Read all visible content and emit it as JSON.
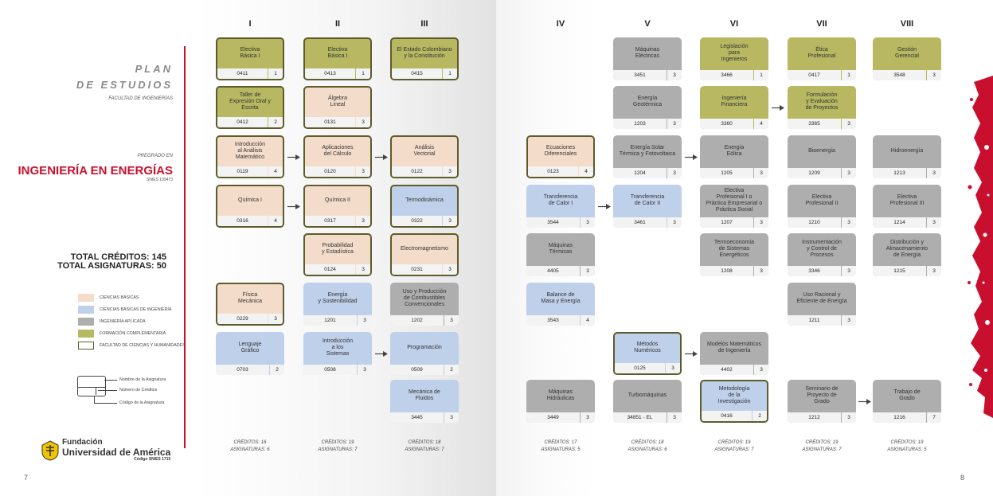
{
  "document": {
    "title_line1": "PLAN",
    "title_line2": "DE ESTUDIOS",
    "faculty": "FACULTAD DE INGENIERÍAS",
    "pregrado": "PREGRADO EN",
    "program": "INGENIERÍA EN ENERGÍAS",
    "snies": "SNIES 109473",
    "total_credits": "TOTAL CRÉDITOS: 145",
    "total_subjects": "TOTAL ASIGNATURAS: 50",
    "page_left": "7",
    "page_right": "8"
  },
  "legend": [
    {
      "label": "CIENCIAS BÁSICAS",
      "color": "#f4dccb"
    },
    {
      "label": "CIENCIAS BÁSICAS DE INGENIERÍA",
      "color": "#bfd0ea"
    },
    {
      "label": "INGENIERÍA APLICADA",
      "color": "#aeaeae"
    },
    {
      "label": "FORMACIÓN COMPLEMENTARIA",
      "color": "#b7b861"
    },
    {
      "label": "FACULTAD DE CIENCIAS Y HUMANIDADES",
      "color": "#ffffff"
    }
  ],
  "key": {
    "name": "Nombre de la Asignatura",
    "credits": "Número de Créditos",
    "code": "Código de la Asignatura"
  },
  "logo": {
    "line1": "Fundación",
    "line2": "Universidad de América",
    "line3": "Código SNIES 1715"
  },
  "colors": {
    "accent_red": "#c8102e",
    "ciencias_basicas": "#f4dccb",
    "ciencias_basicas_ingenieria": "#bfd0ea",
    "ingenieria_aplicada": "#aeaeae",
    "formacion_complementaria": "#b7b861",
    "facultad_border": "#5c5c2c"
  },
  "semesters": [
    {
      "label": "I",
      "credits": "CRÉDITOS: 16",
      "subjects": "ASIGNATURAS: 6"
    },
    {
      "label": "II",
      "credits": "CRÉDITOS: 19",
      "subjects": "ASIGNATURAS: 7"
    },
    {
      "label": "III",
      "credits": "CRÉDITOS: 18",
      "subjects": "ASIGNATURAS: 7"
    },
    {
      "label": "IV",
      "credits": "CRÉDITOS: 17",
      "subjects": "ASIGNATURAS: 5"
    },
    {
      "label": "V",
      "credits": "CRÉDITOS: 18",
      "subjects": "ASIGNATURAS: 6"
    },
    {
      "label": "VI",
      "credits": "CRÉDITOS: 19",
      "subjects": "ASIGNATURAS: 7"
    },
    {
      "label": "VII",
      "credits": "CRÉDITOS: 19",
      "subjects": "ASIGNATURAS: 7"
    },
    {
      "label": "VIII",
      "credits": "CRÉDITOS: 19",
      "subjects": "ASIGNATURAS: 5"
    }
  ],
  "courses": [
    {
      "sem": 0,
      "row": 0,
      "name": "Electiva\nBásica I",
      "code": "0411",
      "credits": "1",
      "cat": "fc",
      "facultad": true
    },
    {
      "sem": 0,
      "row": 1,
      "name": "Taller de\nExpresión Oral y Escrita",
      "code": "0412",
      "credits": "2",
      "cat": "fc",
      "facultad": true
    },
    {
      "sem": 0,
      "row": 2,
      "name": "Introducción\nal Análisis\nMatemático",
      "code": "0119",
      "credits": "4",
      "cat": "cb",
      "facultad": true
    },
    {
      "sem": 0,
      "row": 3,
      "name": "Química I",
      "code": "0316",
      "credits": "4",
      "cat": "cb",
      "facultad": true
    },
    {
      "sem": 0,
      "row": 5,
      "name": "Física\nMecánica",
      "code": "0229",
      "credits": "3",
      "cat": "cb",
      "facultad": true
    },
    {
      "sem": 0,
      "row": 6,
      "name": "Lenguaje\nGráfico",
      "code": "0703",
      "credits": "2",
      "cat": "cbi",
      "facultad": false
    },
    {
      "sem": 1,
      "row": 0,
      "name": "Electiva\nBásica I",
      "code": "0413",
      "credits": "1",
      "cat": "fc",
      "facultad": true
    },
    {
      "sem": 1,
      "row": 1,
      "name": "Álgebra\nLineal",
      "code": "0131",
      "credits": "3",
      "cat": "cb",
      "facultad": true
    },
    {
      "sem": 1,
      "row": 2,
      "name": "Aplicaciones\ndel Cálculo",
      "code": "0120",
      "credits": "3",
      "cat": "cb",
      "facultad": true
    },
    {
      "sem": 1,
      "row": 3,
      "name": "Química II",
      "code": "0317",
      "credits": "3",
      "cat": "cb",
      "facultad": true
    },
    {
      "sem": 1,
      "row": 4,
      "name": "Probabilidad\ny Estadística",
      "code": "0124",
      "credits": "3",
      "cat": "cb",
      "facultad": true
    },
    {
      "sem": 1,
      "row": 5,
      "name": "Energía\ny Sostenibilidad",
      "code": "1201",
      "credits": "3",
      "cat": "cbi",
      "facultad": false
    },
    {
      "sem": 1,
      "row": 6,
      "name": "Introducción\na los\nSistemas",
      "code": "0508",
      "credits": "3",
      "cat": "cbi",
      "facultad": false
    },
    {
      "sem": 2,
      "row": 0,
      "name": "El Estado Colombiano\ny la Constitución",
      "code": "0415",
      "credits": "1",
      "cat": "fc",
      "facultad": true
    },
    {
      "sem": 2,
      "row": 2,
      "name": "Análisis\nVectorial",
      "code": "0122",
      "credits": "3",
      "cat": "cb",
      "facultad": true
    },
    {
      "sem": 2,
      "row": 3,
      "name": "Termodinámica",
      "code": "0322",
      "credits": "3",
      "cat": "cbi",
      "facultad": true
    },
    {
      "sem": 2,
      "row": 4,
      "name": "Electromagnetismo",
      "code": "0231",
      "credits": "3",
      "cat": "cb",
      "facultad": true
    },
    {
      "sem": 2,
      "row": 5,
      "name": "Uso y Producción\nde Combustibles\nConvencionales",
      "code": "1202",
      "credits": "3",
      "cat": "ia",
      "facultad": false
    },
    {
      "sem": 2,
      "row": 6,
      "name": "Programación",
      "code": "0509",
      "credits": "2",
      "cat": "cbi",
      "facultad": false
    },
    {
      "sem": 2,
      "row": 7,
      "name": "Mecánica de\nFluidos",
      "code": "3445",
      "credits": "3",
      "cat": "cbi",
      "facultad": false
    },
    {
      "sem": 3,
      "row": 2,
      "name": "Ecuaciones\nDiferenciales",
      "code": "0123",
      "credits": "4",
      "cat": "cb",
      "facultad": true
    },
    {
      "sem": 3,
      "row": 3,
      "name": "Transferencia\nde Calor I",
      "code": "3544",
      "credits": "3",
      "cat": "cbi",
      "facultad": false
    },
    {
      "sem": 3,
      "row": 4,
      "name": "Máquinas\nTérmicas",
      "code": "4405",
      "credits": "3",
      "cat": "ia",
      "facultad": false
    },
    {
      "sem": 3,
      "row": 5,
      "name": "Balance de\nMasa y Energía",
      "code": "3543",
      "credits": "4",
      "cat": "cbi",
      "facultad": false
    },
    {
      "sem": 3,
      "row": 7,
      "name": "Máquinas\nHidráulicas",
      "code": "3449",
      "credits": "3",
      "cat": "ia",
      "facultad": false
    },
    {
      "sem": 4,
      "row": 0,
      "name": "Máquinas\nEléctricas",
      "code": "3451",
      "credits": "3",
      "cat": "ia",
      "facultad": false
    },
    {
      "sem": 4,
      "row": 1,
      "name": "Energía\nGeotérmica",
      "code": "1203",
      "credits": "3",
      "cat": "ia",
      "facultad": false
    },
    {
      "sem": 4,
      "row": 2,
      "name": "Energía Solar\nTérmica y Fotovoltaica",
      "code": "1204",
      "credits": "3",
      "cat": "ia",
      "facultad": false
    },
    {
      "sem": 4,
      "row": 3,
      "name": "Transferencia\nde Calor II",
      "code": "3461",
      "credits": "3",
      "cat": "cbi",
      "facultad": false
    },
    {
      "sem": 4,
      "row": 6,
      "name": "Métodos\nNuméricos",
      "code": "0125",
      "credits": "3",
      "cat": "cbi",
      "facultad": true
    },
    {
      "sem": 4,
      "row": 7,
      "name": "Turbomáquinas",
      "code": "34851 - EL",
      "credits": "3",
      "cat": "ia",
      "facultad": false
    },
    {
      "sem": 5,
      "row": 0,
      "name": "Legislación\npara\nIngenieros",
      "code": "3466",
      "credits": "1",
      "cat": "fc",
      "facultad": false
    },
    {
      "sem": 5,
      "row": 1,
      "name": "Ingeniería\nFinanciera",
      "code": "3360",
      "credits": "4",
      "cat": "fc",
      "facultad": false
    },
    {
      "sem": 5,
      "row": 2,
      "name": "Energía\nEólica",
      "code": "1205",
      "credits": "3",
      "cat": "ia",
      "facultad": false
    },
    {
      "sem": 5,
      "row": 3,
      "name": "Electiva\nProfesional I o\nPráctica Empresarial o\nPráctica Social",
      "code": "1207",
      "credits": "3",
      "cat": "ia",
      "facultad": false
    },
    {
      "sem": 5,
      "row": 4,
      "name": "Termoeconomía\nde Sistemas\nEnergéticos",
      "code": "1208",
      "credits": "3",
      "cat": "ia",
      "facultad": false
    },
    {
      "sem": 5,
      "row": 6,
      "name": "Modelos Matemáticos\nde Ingeniería",
      "code": "4402",
      "credits": "3",
      "cat": "ia",
      "facultad": false
    },
    {
      "sem": 5,
      "row": 7,
      "name": "Metodología\nde la\nInvestigación",
      "code": "0416",
      "credits": "2",
      "cat": "cbi",
      "facultad": true
    },
    {
      "sem": 6,
      "row": 0,
      "name": "Ética\nProfesional",
      "code": "0417",
      "credits": "1",
      "cat": "fc",
      "facultad": false
    },
    {
      "sem": 6,
      "row": 1,
      "name": "Formulación\ny Evaluación\nde Proyectos",
      "code": "3365",
      "credits": "3",
      "cat": "fc",
      "facultad": false
    },
    {
      "sem": 6,
      "row": 2,
      "name": "Bioenergía",
      "code": "1209",
      "credits": "3",
      "cat": "ia",
      "facultad": false
    },
    {
      "sem": 6,
      "row": 3,
      "name": "Electiva\nProfesional II",
      "code": "1210",
      "credits": "3",
      "cat": "ia",
      "facultad": false
    },
    {
      "sem": 6,
      "row": 4,
      "name": "Instrumentación\ny Control de\nProcesos",
      "code": "3346",
      "credits": "3",
      "cat": "ia",
      "facultad": false
    },
    {
      "sem": 6,
      "row": 5,
      "name": "Uso Racional y\nEficiente de Energía",
      "code": "1211",
      "credits": "3",
      "cat": "ia",
      "facultad": false
    },
    {
      "sem": 6,
      "row": 7,
      "name": "Seminario de\nProyecto de\nGrado",
      "code": "1212",
      "credits": "3",
      "cat": "ia",
      "facultad": false
    },
    {
      "sem": 7,
      "row": 0,
      "name": "Gestión\nGerencial",
      "code": "3548",
      "credits": "3",
      "cat": "fc",
      "facultad": false
    },
    {
      "sem": 7,
      "row": 2,
      "name": "Hidroenergía",
      "code": "1213",
      "credits": "3",
      "cat": "ia",
      "facultad": false
    },
    {
      "sem": 7,
      "row": 3,
      "name": "Electiva\nProfesional III",
      "code": "1214",
      "credits": "3",
      "cat": "ia",
      "facultad": false
    },
    {
      "sem": 7,
      "row": 4,
      "name": "Distribución y\nAlmacenamiento\nde Energía",
      "code": "1215",
      "credits": "3",
      "cat": "ia",
      "facultad": false
    },
    {
      "sem": 7,
      "row": 7,
      "name": "Trabajo de\nGrado",
      "code": "1216",
      "credits": "7",
      "cat": "ia",
      "facultad": false
    }
  ],
  "prerequisites": [
    {
      "from": [
        0,
        2
      ],
      "to": [
        1,
        2
      ]
    },
    {
      "from": [
        0,
        3
      ],
      "to": [
        1,
        3
      ]
    },
    {
      "from": [
        1,
        2
      ],
      "to": [
        2,
        2
      ]
    },
    {
      "from": [
        1,
        6
      ],
      "to": [
        2,
        6
      ]
    },
    {
      "from": [
        3,
        3
      ],
      "to": [
        4,
        3
      ]
    },
    {
      "from": [
        4,
        2
      ],
      "to": [
        5,
        2
      ]
    },
    {
      "from": [
        4,
        6
      ],
      "to": [
        5,
        6
      ]
    },
    {
      "from": [
        5,
        1
      ],
      "to": [
        6,
        1
      ]
    },
    {
      "from": [
        6,
        7
      ],
      "to": [
        7,
        7
      ]
    }
  ]
}
